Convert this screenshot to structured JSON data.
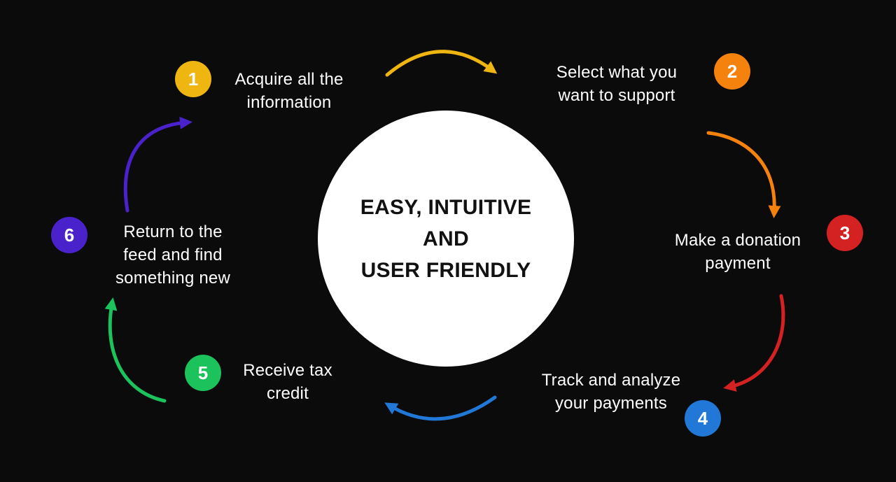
{
  "background_color": "#0b0b0b",
  "center": {
    "title": "EASY, INTUITIVE\nAND\nUSER FRIENDLY",
    "bg_color": "#ffffff",
    "text_color": "#111111"
  },
  "steps": [
    {
      "number": "1",
      "label": "Acquire all the\ninformation",
      "color": "#efb511"
    },
    {
      "number": "2",
      "label": "Select what you\nwant to support",
      "color": "#f5820d"
    },
    {
      "number": "3",
      "label": "Make a donation\npayment",
      "color": "#d42222"
    },
    {
      "number": "4",
      "label": "Track and analyze\nyour payments",
      "color": "#2178d6"
    },
    {
      "number": "5",
      "label": "Receive tax\ncredit",
      "color": "#1cc35c"
    },
    {
      "number": "6",
      "label": "Return to the\nfeed and find\nsomething new",
      "color": "#4a22cc"
    }
  ]
}
